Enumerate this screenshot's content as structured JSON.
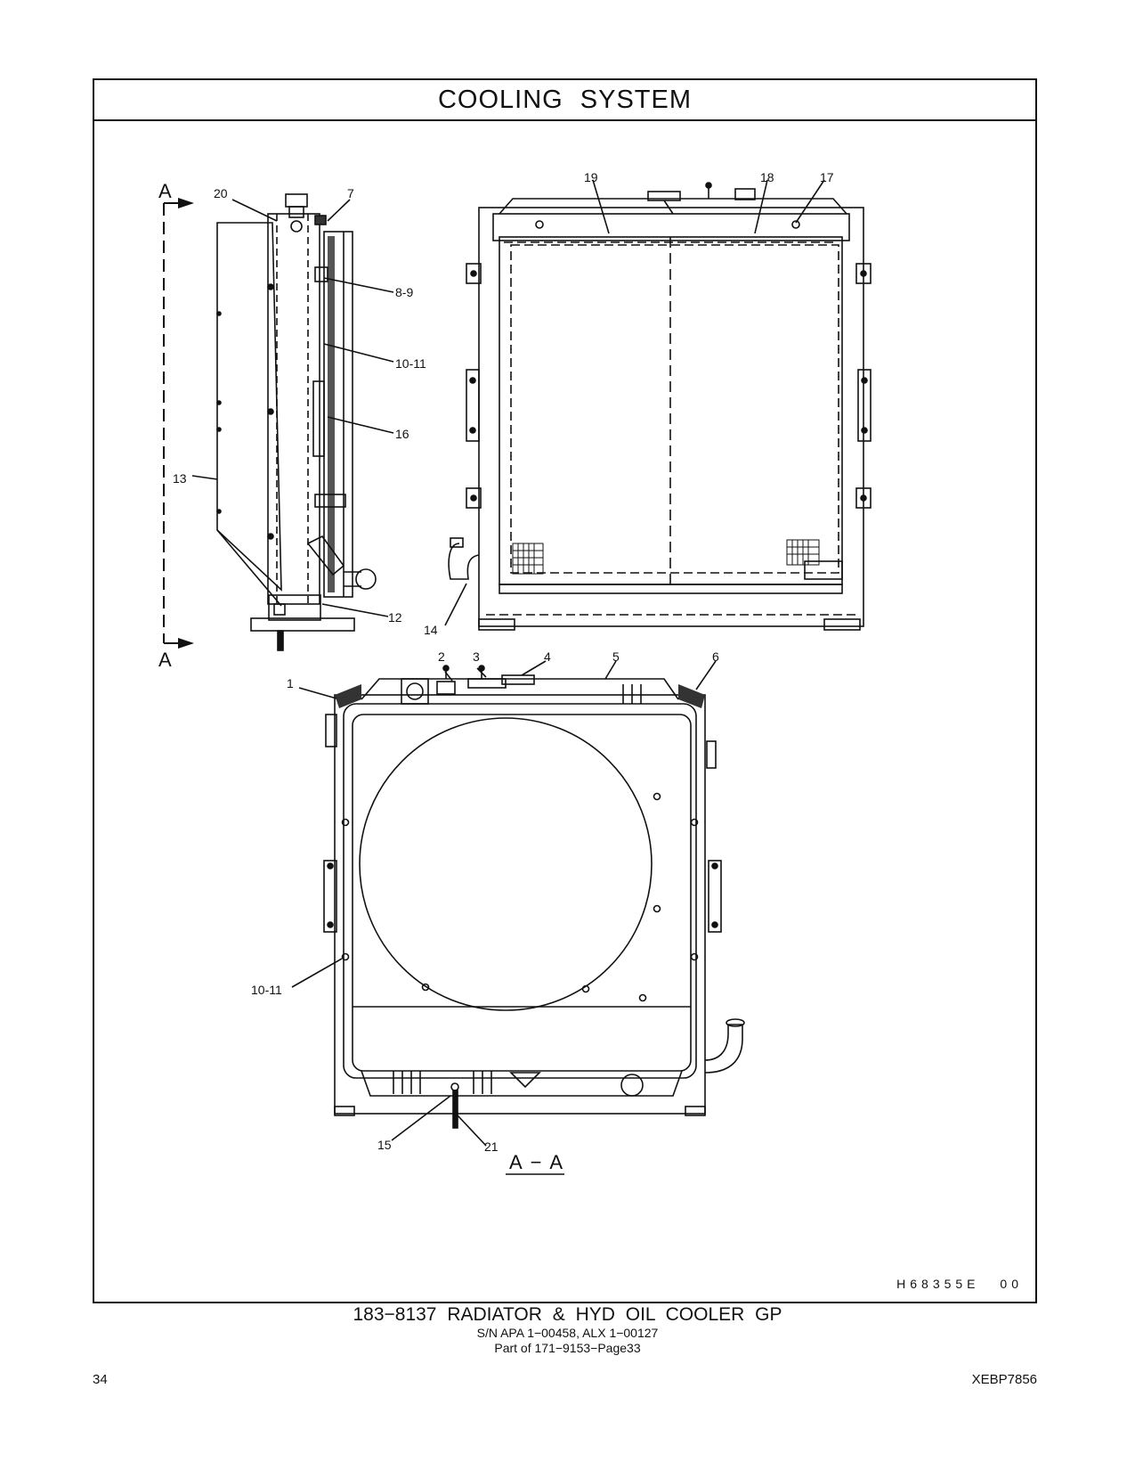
{
  "header": {
    "title": "COOLING   SYSTEM"
  },
  "drawing": {
    "id": "H68355E",
    "rev": "00",
    "section_marks": {
      "top": "A",
      "bottom": "A",
      "view_label": "A − A"
    },
    "callouts": {
      "c20": "20",
      "c7": "7",
      "c8_9": "8-9",
      "c10_11a": "10-11",
      "c16": "16",
      "c13": "13",
      "c12": "12",
      "c14": "14",
      "c19": "19",
      "c18": "18",
      "c17": "17",
      "c1": "1",
      "c2": "2",
      "c3": "3",
      "c4": "4",
      "c5": "5",
      "c6": "6",
      "c10_11b": "10-11",
      "c15": "15",
      "c21": "21"
    }
  },
  "caption": {
    "main": "183−8137   RADIATOR  &  HYD  OIL  COOLER  GP",
    "serial": "S/N APA 1−00458, ALX 1−00127",
    "part_of": "Part of 171−9153−Page33"
  },
  "footer": {
    "page": "34",
    "doc": "XEBP7856"
  }
}
